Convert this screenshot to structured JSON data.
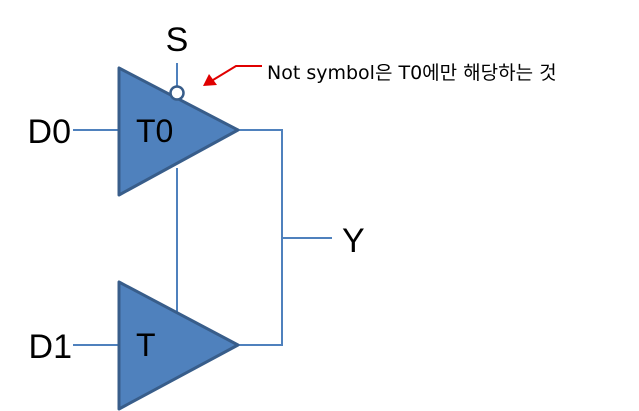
{
  "diagram": {
    "labels": {
      "select": "S",
      "input0": "D0",
      "input1": "D1",
      "output": "Y",
      "gate0": "T0",
      "gate1": "T"
    },
    "annotation": {
      "text": "Not symbol은 T0에만 해당하는 것"
    },
    "colors": {
      "gate_fill": "#4F81BD",
      "gate_stroke": "#385D8A",
      "wire": "#4F81BD",
      "arrow": "#E00000",
      "text": "#000000"
    }
  }
}
